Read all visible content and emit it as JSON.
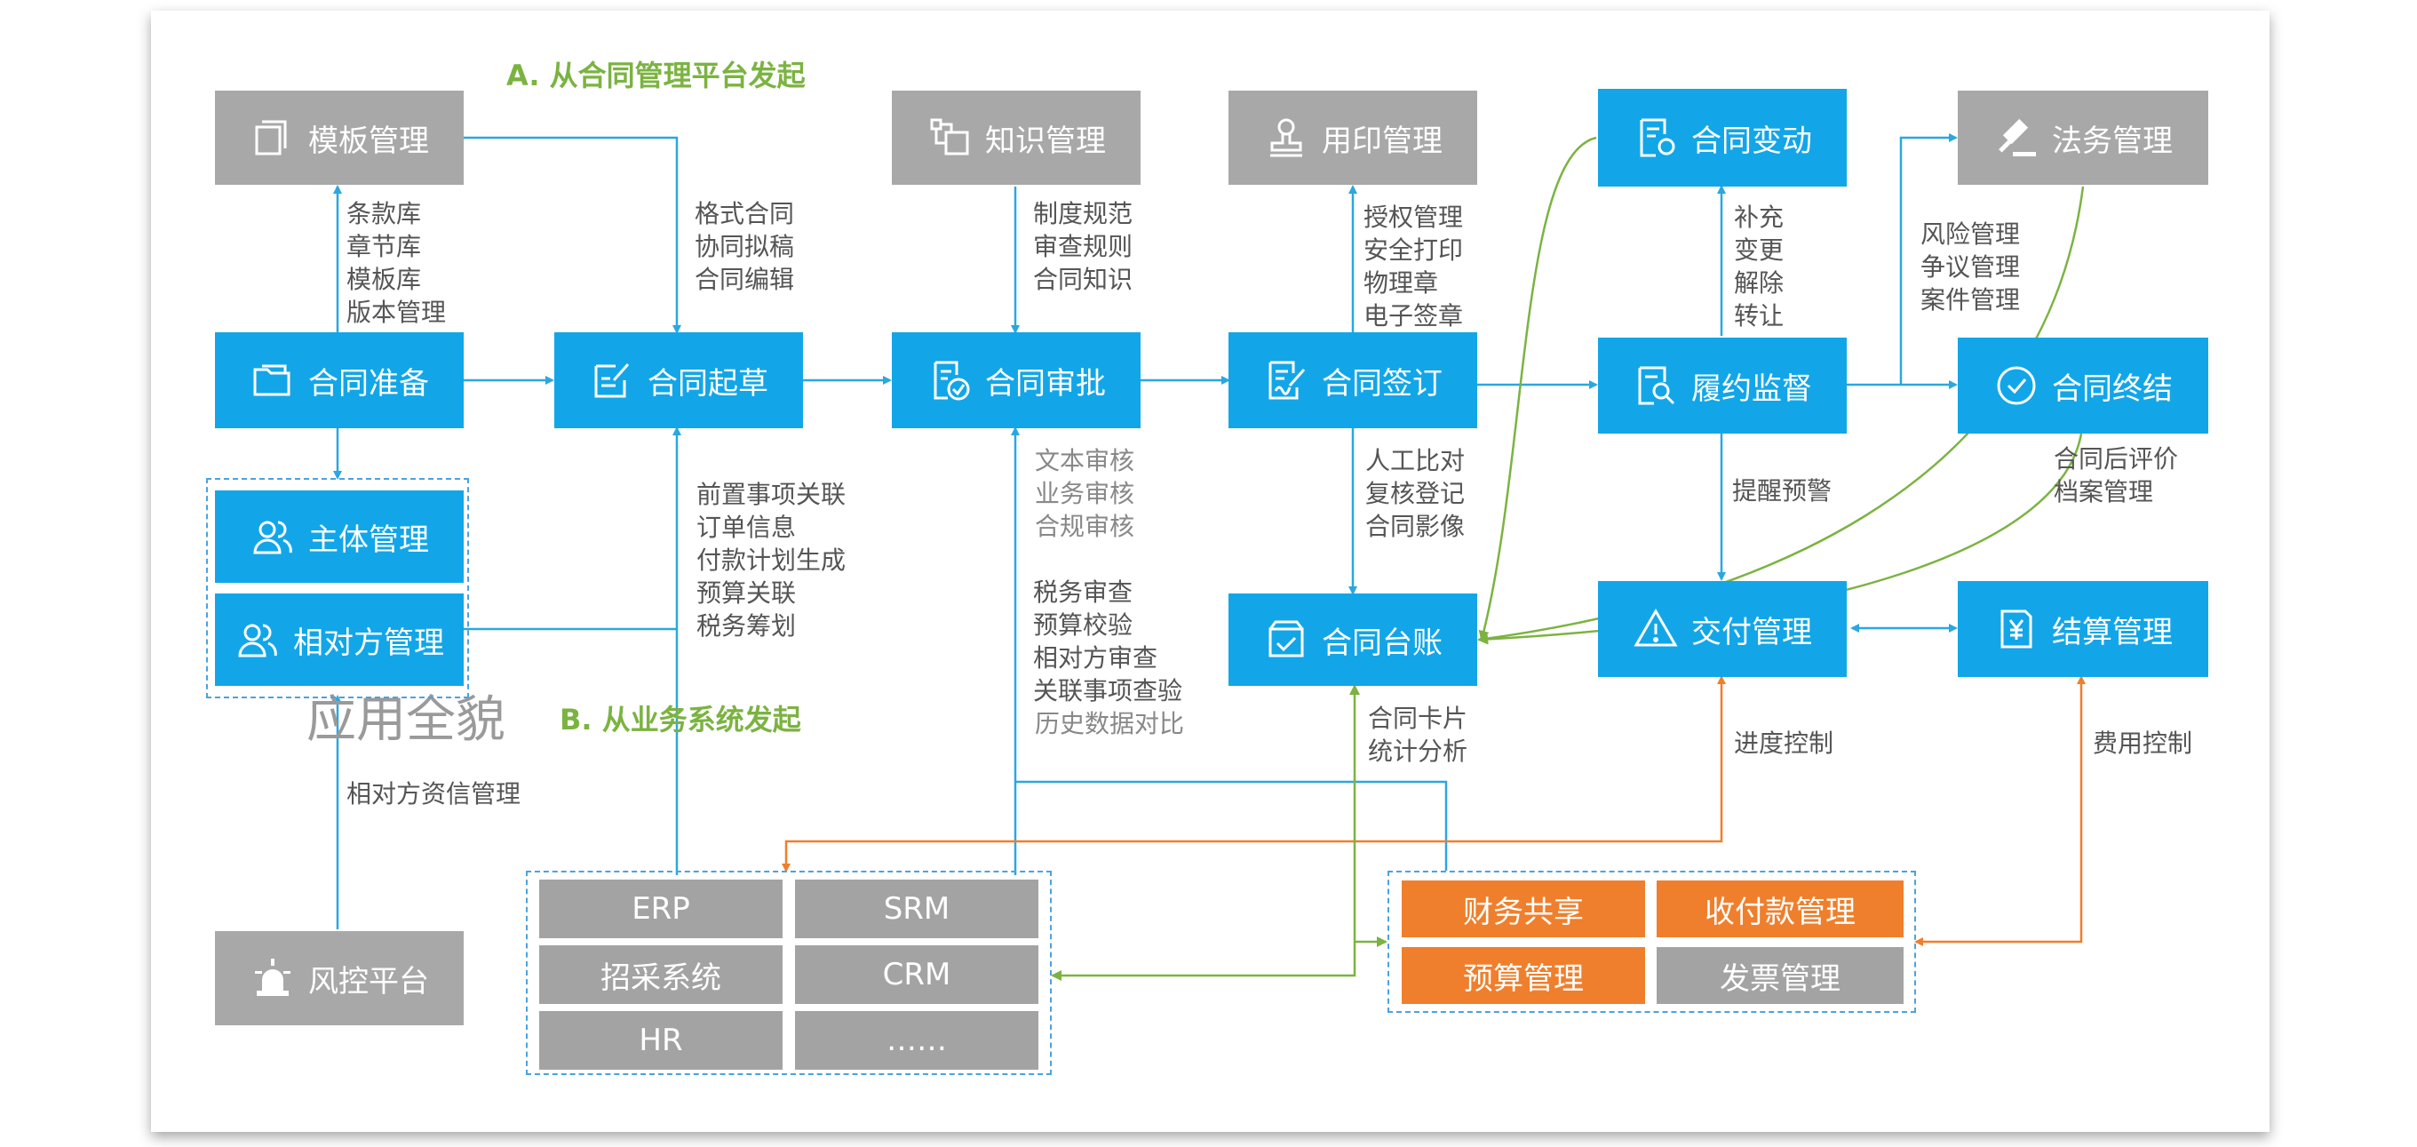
{
  "headings": {
    "a": "A. 从合同管理平台发起",
    "b": "B. 从业务系统发起",
    "watermark": "应用全貌"
  },
  "nodes": {
    "template_mgmt": {
      "label": "模板管理",
      "icon": "copy-icon"
    },
    "knowledge_mgmt": {
      "label": "知识管理",
      "icon": "network-icon"
    },
    "seal_mgmt": {
      "label": "用印管理",
      "icon": "stamp-icon"
    },
    "contract_change": {
      "label": "合同变动",
      "icon": "doc-refresh-icon"
    },
    "legal_mgmt": {
      "label": "法务管理",
      "icon": "gavel-icon"
    },
    "contract_prep": {
      "label": "合同准备",
      "icon": "folder-icon"
    },
    "contract_draft": {
      "label": "合同起草",
      "icon": "edit-doc-icon"
    },
    "contract_approval": {
      "label": "合同审批",
      "icon": "approve-doc-icon"
    },
    "contract_sign": {
      "label": "合同签订",
      "icon": "sign-doc-icon"
    },
    "performance_monitor": {
      "label": "履约监督",
      "icon": "search-doc-icon"
    },
    "contract_close": {
      "label": "合同终结",
      "icon": "check-circle-icon"
    },
    "entity_mgmt": {
      "label": "主体管理",
      "icon": "users-icon"
    },
    "counterparty_mgmt": {
      "label": "相对方管理",
      "icon": "users-icon"
    },
    "contract_ledger": {
      "label": "合同台账",
      "icon": "check-box-icon"
    },
    "delivery_mgmt": {
      "label": "交付管理",
      "icon": "warning-icon"
    },
    "settlement_mgmt": {
      "label": "结算管理",
      "icon": "yuan-doc-icon"
    },
    "risk_platform": {
      "label": "风控平台",
      "icon": "alarm-icon"
    }
  },
  "business_systems": [
    "ERP",
    "SRM",
    "招采系统",
    "CRM",
    "HR",
    "……"
  ],
  "finance_systems": [
    "财务共享",
    "收付款管理",
    "预算管理",
    "发票管理"
  ],
  "notes": {
    "template": [
      "条款库",
      "章节库",
      "模板库",
      "版本管理"
    ],
    "draft_top": [
      "格式合同",
      "协同拟稿",
      "合同编辑"
    ],
    "knowledge": [
      "制度规范",
      "审查规则",
      "合同知识"
    ],
    "seal": [
      "授权管理",
      "安全打印",
      "物理章",
      "电子签章"
    ],
    "change": [
      "补充",
      "变更",
      "解除",
      "转让"
    ],
    "legal": [
      "风险管理",
      "争议管理",
      "案件管理"
    ],
    "draft_bottom": [
      "前置事项关联",
      "订单信息",
      "付款计划生成",
      "预算关联",
      "税务筹划"
    ],
    "approval_a": [
      "文本审核",
      "业务审核",
      "合规审核"
    ],
    "approval_b": [
      "税务审查",
      "预算校验",
      "相对方审查",
      "关联事项查验"
    ],
    "approval_c": [
      "历史数据对比"
    ],
    "sign": [
      "人工比对",
      "复核登记",
      "合同影像"
    ],
    "alert": [
      "提醒预警"
    ],
    "close": [
      "合同后评价",
      "档案管理"
    ],
    "ledger": [
      "合同卡片",
      "统计分析"
    ],
    "credit": [
      "相对方资信管理"
    ],
    "progress": [
      "进度控制"
    ],
    "fee": [
      "费用控制"
    ]
  },
  "colors": {
    "process_blue": "#12a6e8",
    "support_gray": "#a8a8a8",
    "finance_orange": "#ef7f2c",
    "heading_green": "#7bb341",
    "curve_green": "#7bb341",
    "connector_blue": "#2aa7e0",
    "connector_orange": "#ef7f2c"
  }
}
